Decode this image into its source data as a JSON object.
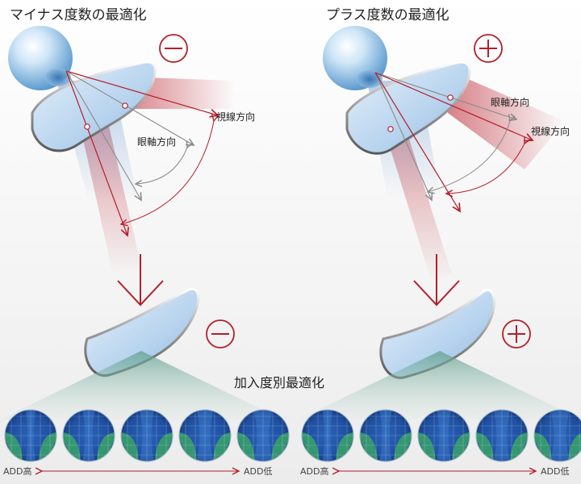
{
  "panels": {
    "minus": {
      "title": "マイナス度数の最適化",
      "eye_axis_label": "眼軸方向",
      "gaze_label": "視線方向",
      "sign": "minus"
    },
    "plus": {
      "title": "プラス度数の最適化",
      "eye_axis_label": "眼軸方向",
      "gaze_label": "視線方向",
      "sign": "plus"
    }
  },
  "center_label": "加入度別最適化",
  "add_scale": {
    "high": "ADD高",
    "low": "ADD低",
    "map_count": 5
  },
  "colors": {
    "accent_red": "#b41e2a",
    "map_blue": "#1f4fa0",
    "map_green": "#3aa368"
  }
}
